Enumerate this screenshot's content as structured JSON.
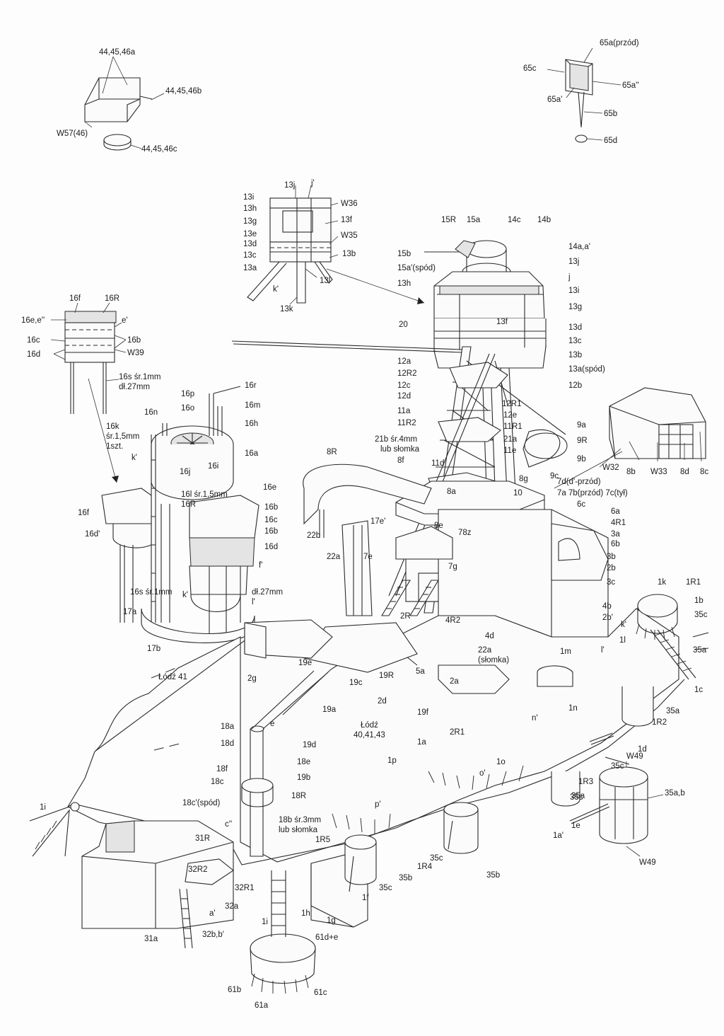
{
  "labels": {
    "top_left_turret": [
      "44,45,46a",
      "44,45,46b",
      "W57(46)",
      "44,45,46c"
    ],
    "top_right_light": [
      "65a(przód)",
      "65c",
      "65a''",
      "65a'",
      "65b",
      "65d"
    ],
    "bridge_top_detail": [
      "13j",
      "j'",
      "13i",
      "W36",
      "13h",
      "13f",
      "13g",
      "13e",
      "W35",
      "13d",
      "13c",
      "13b",
      "13a",
      "13l",
      "k'",
      "13k"
    ],
    "crane_mast_detail": [
      "16f",
      "16R",
      "16e,e''",
      "e'",
      "16c",
      "16b",
      "16d",
      "W39",
      "16s śr.1mm",
      "dł.27mm"
    ],
    "foremast_top": [
      "15R",
      "15a",
      "14c",
      "14b",
      "15b",
      "15a'(spód)",
      "14a,a'",
      "13j",
      "j",
      "13h",
      "13i",
      "13f",
      "13g",
      "13d",
      "13c",
      "13b",
      "13a(spód)",
      "20",
      "12b"
    ],
    "foremast_middle": [
      "12a",
      "12R2",
      "12c",
      "12d",
      "12R1",
      "12e",
      "11a",
      "11R2",
      "11R1",
      "21a",
      "21b śr.4mm",
      "lub słomka",
      "11e",
      "8R",
      "8f",
      "11d",
      "8g",
      "10",
      "8a",
      "8e",
      "78z",
      "7g",
      "7d(d'-przód)",
      "7a 7b(przód) 7c(tył)",
      "9a",
      "9R",
      "9b",
      "9c",
      "6c",
      "6a",
      "4R1",
      "3a",
      "6b",
      "3b",
      "2b",
      "3c",
      "4b",
      "2b'",
      "4R2",
      "4d",
      "22a",
      "(słomka)",
      "22b",
      "17e'",
      "7e",
      "2R",
      "22a"
    ],
    "searchlight_box": [
      "W32",
      "8b",
      "W33",
      "8d",
      "8c"
    ],
    "crane_tower": [
      "16p",
      "16r",
      "16o",
      "16n",
      "16m",
      "16h",
      "16k",
      "śr.1,5mm",
      "1szt.",
      "k'",
      "16a",
      "16j",
      "16i",
      "16l śr.1,5mm",
      "16R",
      "16e",
      "16b",
      "16c",
      "16b",
      "16d",
      "f'",
      "16f",
      "16d'",
      "k'",
      "16s śr.1mm",
      "dł.27mm",
      "l'",
      "17a",
      "17b"
    ],
    "deck_right": [
      "1k",
      "1R1",
      "1b",
      "35c",
      "k'",
      "35a",
      "1l",
      "l'",
      "1m",
      "1c",
      "1R2",
      "35a",
      "1n",
      "n'",
      "1d",
      "35c",
      "1o",
      "o'",
      "1R3",
      "35a",
      "1e",
      "1a'"
    ],
    "deck_center": [
      "2g",
      "19e",
      "19c",
      "19R",
      "2d",
      "5a",
      "2a",
      "19f",
      "2R1",
      "Łódź 41",
      "18a",
      "e",
      "18d",
      "19a",
      "19d",
      "18e",
      "18f",
      "18c",
      "19b",
      "18R",
      "Łódź",
      "40,41,43",
      "1a",
      "1p",
      "p'",
      "18c'(spód)",
      "c''",
      "18b śr.3mm",
      "lub słomka",
      "1R5",
      "1R4",
      "35c",
      "35b",
      "1f",
      "35c",
      "35b",
      "1g",
      "1h",
      "1i"
    ],
    "aft_superstructure": [
      "1i",
      "31R",
      "32R2",
      "32R1",
      "a'",
      "32a",
      "31a",
      "32b,b'",
      "61d+e",
      "61b",
      "61c",
      "61a"
    ],
    "bottom_right_turret": [
      "W49",
      "35c",
      "35a,b",
      "W49"
    ]
  }
}
